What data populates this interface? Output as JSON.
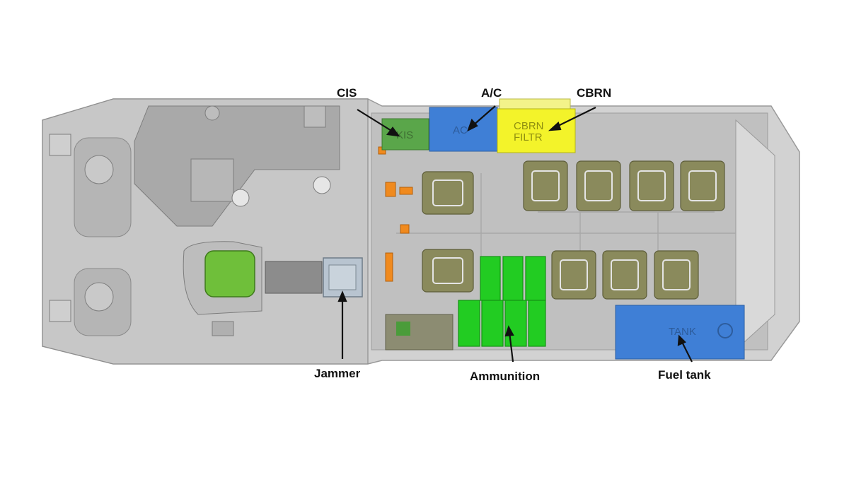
{
  "labels": {
    "cis": "CIS",
    "ac": "A/C",
    "cbrn": "CBRN",
    "jammer": "Jammer",
    "ammunition": "Ammunition",
    "fuel_tank": "Fuel tank"
  },
  "box_text": {
    "kis": "KIS",
    "ac": "AC",
    "cbrn_line1": "CBRN",
    "cbrn_line2": "FILTR",
    "tank": "TANK"
  },
  "colors": {
    "hull": "#cfcfcf",
    "hull_dark": "#a9a9a9",
    "seat": "#8a8a5c",
    "cis_box": "#5aa64a",
    "ac_box": "#3f7fd6",
    "cbrn_box": "#f3f32a",
    "ammo": "#22cc22",
    "fuel_tank": "#3f7fd6",
    "orange_parts": "#f08a1e",
    "driver_seat": "#6fbf3a"
  }
}
